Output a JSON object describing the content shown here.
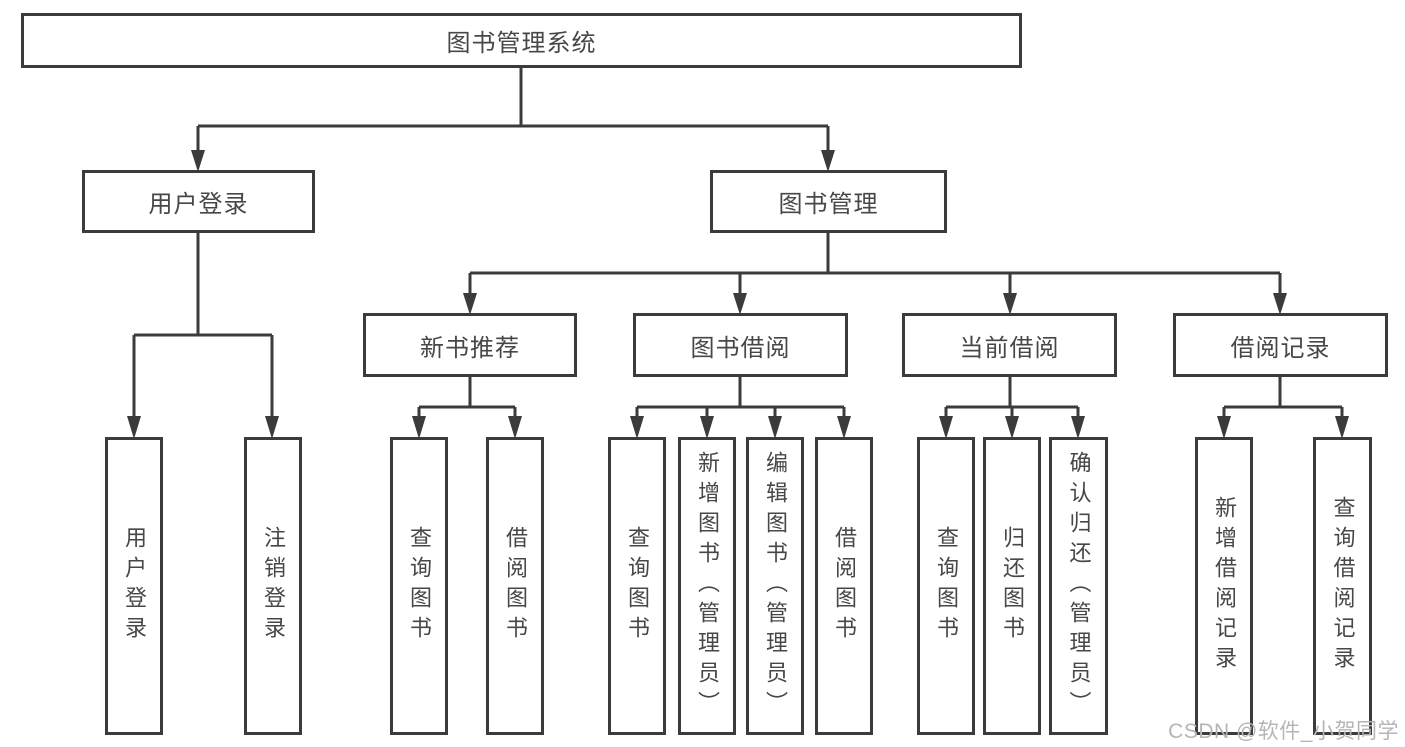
{
  "diagram": {
    "tree": {
      "label": "图书管理系统",
      "children": [
        {
          "label": "用户登录",
          "children": [
            {
              "label": "用户登录"
            },
            {
              "label": "注销登录"
            }
          ]
        },
        {
          "label": "图书管理",
          "children": [
            {
              "label": "新书推荐",
              "children": [
                {
                  "label": "查询图书"
                },
                {
                  "label": "借阅图书"
                }
              ]
            },
            {
              "label": "图书借阅",
              "children": [
                {
                  "label": "查询图书"
                },
                {
                  "label": "新增图书（管理员）"
                },
                {
                  "label": "编辑图书（管理员）"
                },
                {
                  "label": "借阅图书"
                }
              ]
            },
            {
              "label": "当前借阅",
              "children": [
                {
                  "label": "查询图书"
                },
                {
                  "label": "归还图书"
                },
                {
                  "label": "确认归还（管理员）"
                }
              ]
            },
            {
              "label": "借阅记录",
              "children": [
                {
                  "label": "新增借阅记录"
                },
                {
                  "label": "查询借阅记录"
                }
              ]
            }
          ]
        }
      ]
    },
    "colors": {
      "line": "#3b3b3b",
      "text": "#474747",
      "background": "#ffffff",
      "watermark": "#b5b5b5"
    }
  },
  "watermark": {
    "text": "CSDN @软件_小贺同学"
  }
}
